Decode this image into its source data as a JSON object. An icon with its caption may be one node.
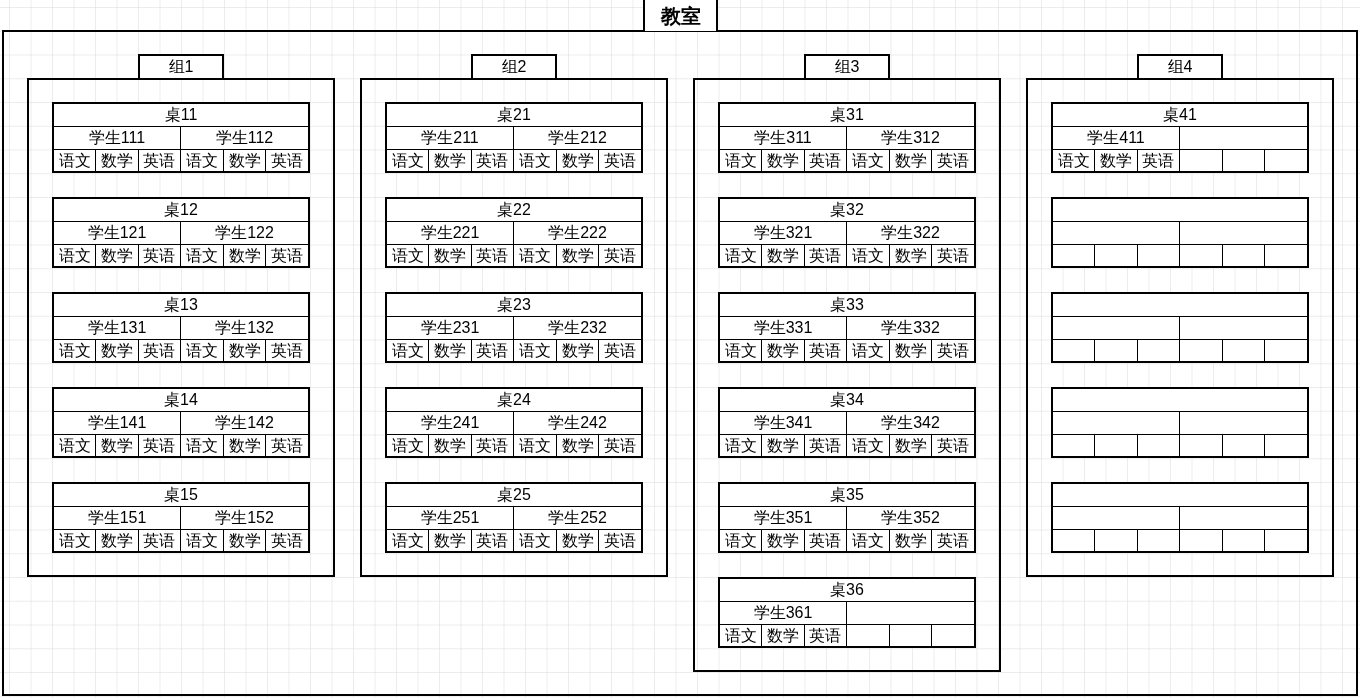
{
  "diagram": {
    "nodes": [
      {
        "text": [
          "教室"
        ]
      },
      {
        "text": [
          "组1"
        ],
        "in": 0
      },
      {
        "text": [
          "桌11"
        ],
        "in": 1
      },
      {
        "text": [
          "学生111",
          "语文",
          "数学",
          "英语"
        ],
        "in": 2
      },
      {
        "text": [
          "学生112",
          "语文",
          "数学",
          "英语"
        ],
        "in": 2
      },
      {
        "text": [
          "桌12"
        ],
        "in": 1
      },
      {
        "text": [
          "学生121",
          "语文",
          "数学",
          "英语"
        ],
        "in": 5
      },
      {
        "text": [
          "学生122",
          "语文",
          "数学",
          "英语"
        ],
        "in": 5
      },
      {
        "text": [
          "桌13"
        ],
        "in": 1
      },
      {
        "text": [
          "学生131",
          "语文",
          "数学",
          "英语"
        ],
        "in": 8
      },
      {
        "text": [
          "学生132",
          "语文",
          "数学",
          "英语"
        ],
        "in": 8
      },
      {
        "text": [
          "桌14"
        ],
        "in": 1
      },
      {
        "text": [
          "学生141",
          "语文",
          "数学",
          "英语"
        ],
        "in": 11
      },
      {
        "text": [
          "学生142",
          "语文",
          "数学",
          "英语"
        ],
        "in": 11
      },
      {
        "text": [
          "桌15"
        ],
        "in": 1
      },
      {
        "text": [
          "学生151",
          "语文",
          "数学",
          "英语"
        ],
        "in": 14
      },
      {
        "text": [
          "学生152",
          "语文",
          "数学",
          "英语"
        ],
        "in": 14
      },
      {
        "text": [
          "组2"
        ],
        "in": 0
      },
      {
        "text": [
          "桌21"
        ],
        "in": 17
      },
      {
        "text": [
          "学生211",
          "语文",
          "数学",
          "英语"
        ],
        "in": 18
      },
      {
        "text": [
          "学生212",
          "语文",
          "数学",
          "英语"
        ],
        "in": 18
      },
      {
        "text": [
          "桌22"
        ],
        "in": 17
      },
      {
        "text": [
          "学生221",
          "语文",
          "数学",
          "英语"
        ],
        "in": 21
      },
      {
        "text": [
          "学生222",
          "语文",
          "数学",
          "英语"
        ],
        "in": 21
      },
      {
        "text": [
          "桌23"
        ],
        "in": 17
      },
      {
        "text": [
          "学生231",
          "语文",
          "数学",
          "英语"
        ],
        "in": 24
      },
      {
        "text": [
          "学生232",
          "语文",
          "数学",
          "英语"
        ],
        "in": 24
      },
      {
        "text": [
          "桌24"
        ],
        "in": 17
      },
      {
        "text": [
          "学生241",
          "语文",
          "数学",
          "英语"
        ],
        "in": 27
      },
      {
        "text": [
          "学生242",
          "语文",
          "数学",
          "英语"
        ],
        "in": 27
      },
      {
        "text": [
          "桌25"
        ],
        "in": 17
      },
      {
        "text": [
          "学生251",
          "语文",
          "数学",
          "英语"
        ],
        "in": 30
      },
      {
        "text": [
          "学生252",
          "语文",
          "数学",
          "英语"
        ],
        "in": 30
      },
      {
        "text": [
          "组3"
        ],
        "in": 0
      },
      {
        "text": [
          "桌31"
        ],
        "in": 33
      },
      {
        "text": [
          "学生311",
          "语文",
          "数学",
          "英语"
        ],
        "in": 34
      },
      {
        "text": [
          "学生312",
          "语文",
          "数学",
          "英语"
        ],
        "in": 34
      },
      {
        "text": [
          "桌32"
        ],
        "in": 33
      },
      {
        "text": [
          "学生321",
          "语文",
          "数学",
          "英语"
        ],
        "in": 37
      },
      {
        "text": [
          "学生322",
          "语文",
          "数学",
          "英语"
        ],
        "in": 37
      },
      {
        "text": [
          "桌33"
        ],
        "in": 33
      },
      {
        "text": [
          "学生331",
          "语文",
          "数学",
          "英语"
        ],
        "in": 40
      },
      {
        "text": [
          "学生332",
          "语文",
          "数学",
          "英语"
        ],
        "in": 40
      },
      {
        "text": [
          "桌34"
        ],
        "in": 33
      },
      {
        "text": [
          "学生341",
          "语文",
          "数学",
          "英语"
        ],
        "in": 43
      },
      {
        "text": [
          "学生342",
          "语文",
          "数学",
          "英语"
        ],
        "in": 43
      },
      {
        "text": [
          "桌35"
        ],
        "in": 33
      },
      {
        "text": [
          "学生351",
          "语文",
          "数学",
          "英语"
        ],
        "in": 46
      },
      {
        "text": [
          "学生352",
          "语文",
          "数学",
          "英语"
        ],
        "in": 46
      },
      {
        "text": [
          "桌36"
        ],
        "in": 33
      },
      {
        "text": [
          "学生361",
          "语文",
          "数学",
          "英语"
        ],
        "in": 49
      },
      {
        "text": [
          "组4"
        ],
        "in": 0
      },
      {
        "text": [
          "桌41"
        ],
        "in": 51
      },
      {
        "text": [
          "学生411",
          "语文",
          "数学",
          "英语"
        ],
        "in": 52
      },
      {
        "text": [],
        "shape": "box",
        "in": 51
      },
      {
        "text": [],
        "shape": "box",
        "in": 51
      },
      {
        "text": [],
        "shape": "box",
        "in": 51
      },
      {
        "text": [],
        "shape": "box",
        "in": 51
      }
    ]
  }
}
